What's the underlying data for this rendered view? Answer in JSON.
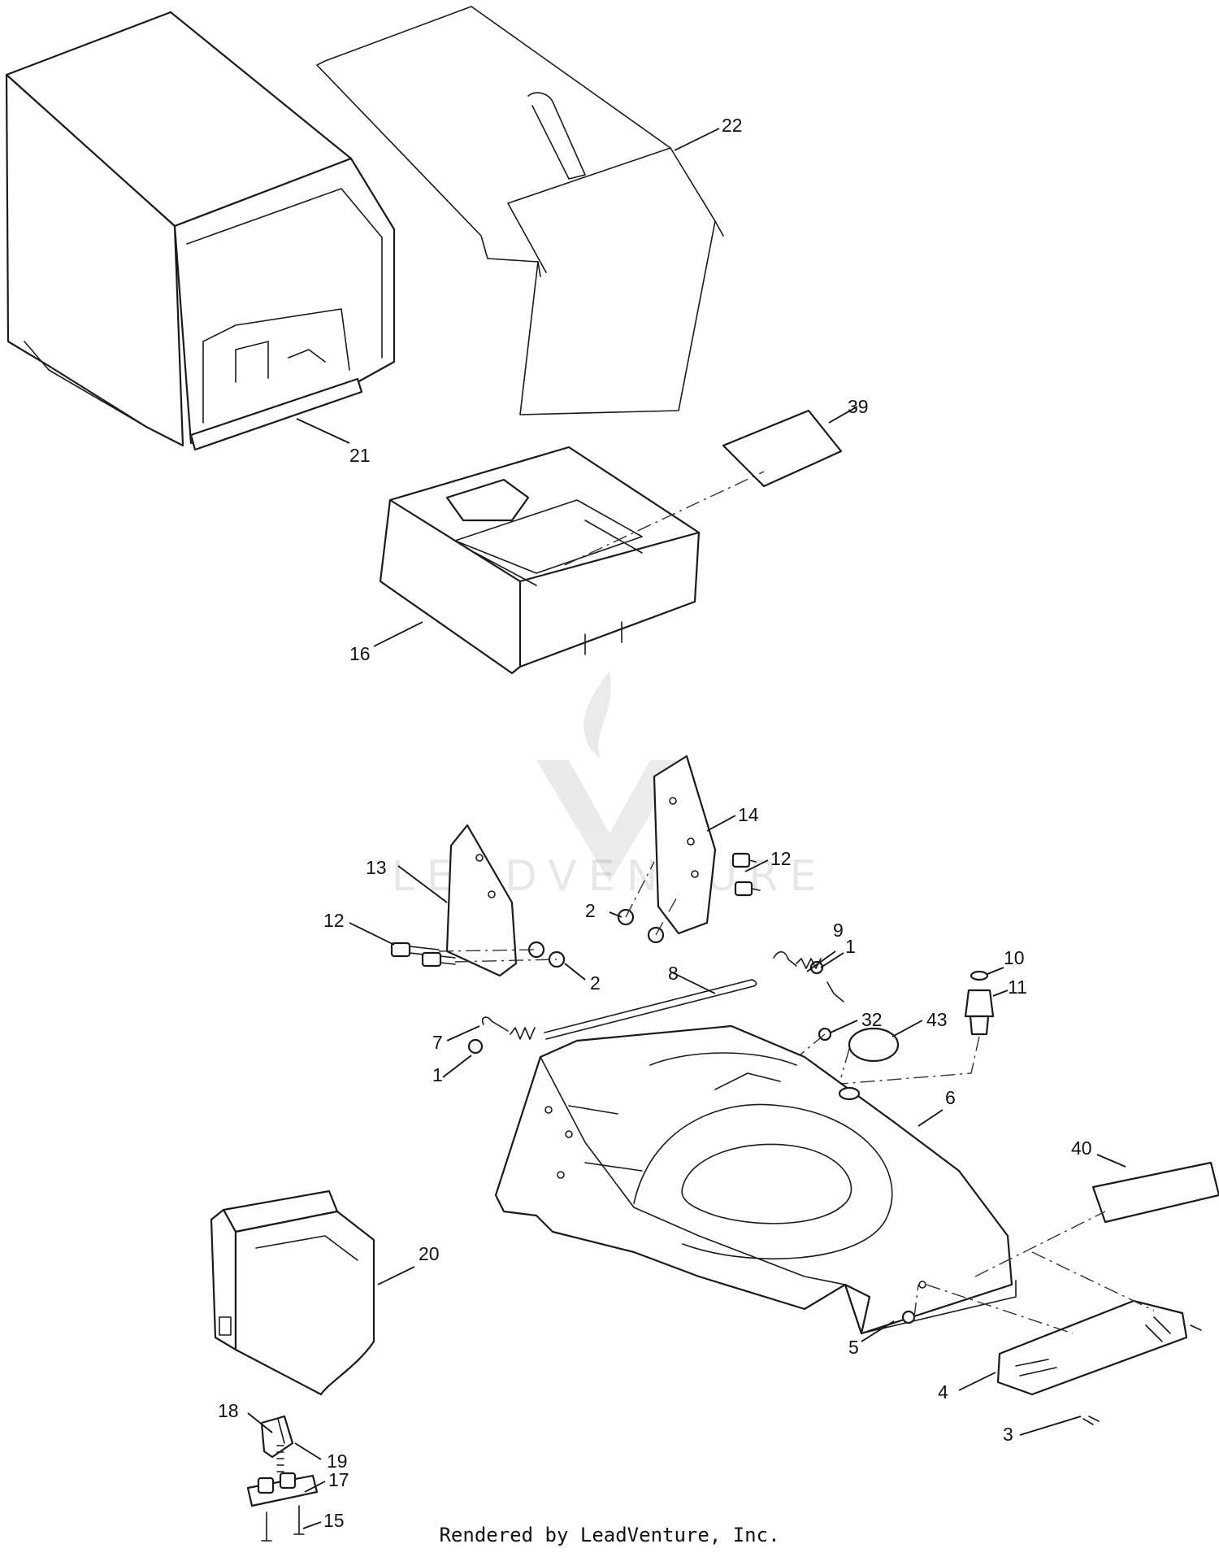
{
  "diagram": {
    "callouts": [
      {
        "id": "c21",
        "label": "21"
      },
      {
        "id": "c22",
        "label": "22"
      },
      {
        "id": "c39",
        "label": "39"
      },
      {
        "id": "c16",
        "label": "16"
      },
      {
        "id": "c14",
        "label": "14"
      },
      {
        "id": "c13",
        "label": "13"
      },
      {
        "id": "c12a",
        "label": "12"
      },
      {
        "id": "c12b",
        "label": "12"
      },
      {
        "id": "c2a",
        "label": "2"
      },
      {
        "id": "c2b",
        "label": "2"
      },
      {
        "id": "c9",
        "label": "9"
      },
      {
        "id": "c1a",
        "label": "1"
      },
      {
        "id": "c8",
        "label": "8"
      },
      {
        "id": "c10",
        "label": "10"
      },
      {
        "id": "c11",
        "label": "11"
      },
      {
        "id": "c32",
        "label": "32"
      },
      {
        "id": "c43",
        "label": "43"
      },
      {
        "id": "c7",
        "label": "7"
      },
      {
        "id": "c1b",
        "label": "1"
      },
      {
        "id": "c6",
        "label": "6"
      },
      {
        "id": "c40",
        "label": "40"
      },
      {
        "id": "c20",
        "label": "20"
      },
      {
        "id": "c5",
        "label": "5"
      },
      {
        "id": "c4",
        "label": "4"
      },
      {
        "id": "c3",
        "label": "3"
      },
      {
        "id": "c19",
        "label": "19"
      },
      {
        "id": "c18",
        "label": "18"
      },
      {
        "id": "c17",
        "label": "17"
      },
      {
        "id": "c15",
        "label": "15"
      }
    ]
  },
  "watermark": {
    "text": "LEADVENTURE"
  },
  "footer": {
    "text": "Rendered by LeadVenture, Inc."
  }
}
